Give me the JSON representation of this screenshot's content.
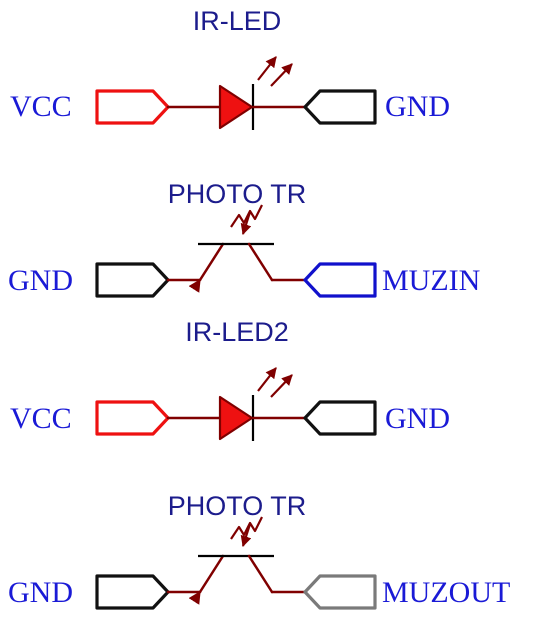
{
  "colors": {
    "wire": "#800000",
    "led_fill": "#ee1111",
    "label_text": "#1c1c8c",
    "port_text": "#1a1ad6",
    "port_vcc": "#ee1111",
    "port_gnd": "#111111",
    "port_muzin": "#1111cc",
    "port_muzout": "#7a7a7a"
  },
  "circuits": [
    {
      "kind": "ir-led",
      "label": "IR-LED",
      "left_port": "VCC",
      "right_port": "GND"
    },
    {
      "kind": "phototransistor",
      "label": "PHOTO TR",
      "left_port": "GND",
      "right_port": "MUZIN"
    },
    {
      "kind": "ir-led",
      "label": "IR-LED2",
      "left_port": "VCC",
      "right_port": "GND"
    },
    {
      "kind": "phototransistor",
      "label": "PHOTO TR",
      "left_port": "GND",
      "right_port": "MUZOUT"
    }
  ]
}
